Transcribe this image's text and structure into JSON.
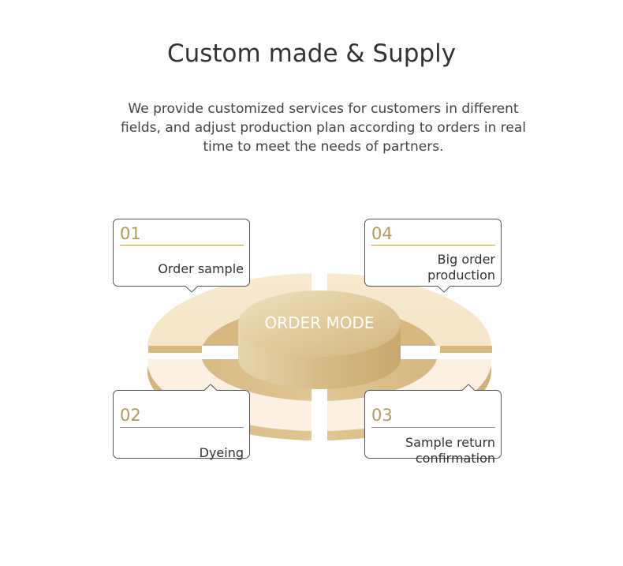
{
  "header": {
    "title": "Custom made & Supply",
    "intro_lines": [
      "We provide customized services for customers in different",
      "fields, and adjust production plan according to orders in real",
      "time to meet the needs of partners."
    ]
  },
  "diagram": {
    "center_label": "ORDER MODE",
    "steps": [
      {
        "number": "01",
        "lines": [
          "Order sample"
        ]
      },
      {
        "number": "02",
        "lines": [
          "Dyeing"
        ]
      },
      {
        "number": "03",
        "lines": [
          "Sample return",
          "confirmation"
        ]
      },
      {
        "number": "04",
        "lines": [
          "Big order",
          "production"
        ]
      }
    ]
  },
  "colors": {
    "ring_top": "#f6e7cb",
    "ring_side": "#d8bc85",
    "ring_bottom_top": "#fbf0e2",
    "center_top": "#e3cea0",
    "center_side": "#d5b985",
    "accent": "#b39a5c",
    "card_border": "#555555"
  }
}
